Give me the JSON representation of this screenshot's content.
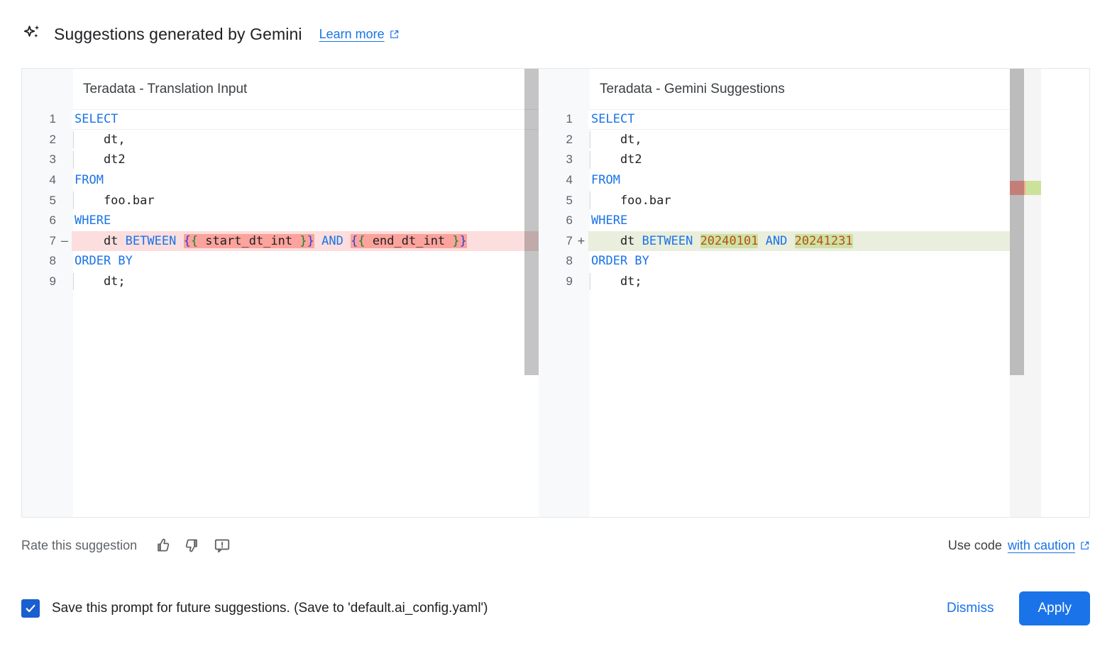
{
  "header": {
    "icon": "sparkle-icon",
    "title": "Suggestions generated by Gemini",
    "learn_more_label": "Learn more",
    "learn_more_icon": "external-link-icon"
  },
  "diff": {
    "left_panel": {
      "title": "Teradata - Translation Input",
      "lines": [
        {
          "n": "1",
          "marker": "",
          "state": "current",
          "indent": false,
          "tokens": [
            {
              "t": "SELECT",
              "c": "kw"
            }
          ]
        },
        {
          "n": "2",
          "marker": "",
          "state": "",
          "indent": true,
          "tokens": [
            {
              "t": "    dt,",
              "c": "id"
            }
          ]
        },
        {
          "n": "3",
          "marker": "",
          "state": "",
          "indent": true,
          "tokens": [
            {
              "t": "    dt2",
              "c": "id"
            }
          ]
        },
        {
          "n": "4",
          "marker": "",
          "state": "",
          "indent": false,
          "tokens": [
            {
              "t": "FROM",
              "c": "kw"
            }
          ]
        },
        {
          "n": "5",
          "marker": "",
          "state": "",
          "indent": true,
          "tokens": [
            {
              "t": "    foo.bar",
              "c": "id"
            }
          ]
        },
        {
          "n": "6",
          "marker": "",
          "state": "",
          "indent": false,
          "tokens": [
            {
              "t": "WHERE",
              "c": "kw"
            }
          ]
        },
        {
          "n": "7",
          "marker": "–",
          "state": "del",
          "indent": false,
          "tokens": [
            {
              "t": "    dt ",
              "c": "id"
            },
            {
              "t": "BETWEEN",
              "c": "kw"
            },
            {
              "t": " ",
              "c": "id"
            },
            {
              "t": "{{ start_dt_int }}",
              "c": "tmpl-del"
            },
            {
              "t": " ",
              "c": "id"
            },
            {
              "t": "AND",
              "c": "kw"
            },
            {
              "t": " ",
              "c": "id"
            },
            {
              "t": "{{ end_dt_int }}",
              "c": "tmpl-del"
            }
          ]
        },
        {
          "n": "8",
          "marker": "",
          "state": "",
          "indent": false,
          "tokens": [
            {
              "t": "ORDER BY",
              "c": "kw"
            }
          ]
        },
        {
          "n": "9",
          "marker": "",
          "state": "",
          "indent": true,
          "tokens": [
            {
              "t": "    dt;",
              "c": "id"
            }
          ]
        }
      ]
    },
    "right_panel": {
      "title": "Teradata - Gemini Suggestions",
      "lines": [
        {
          "n": "1",
          "marker": "",
          "state": "current",
          "indent": false,
          "tokens": [
            {
              "t": "SELECT",
              "c": "kw"
            }
          ]
        },
        {
          "n": "2",
          "marker": "",
          "state": "",
          "indent": true,
          "tokens": [
            {
              "t": "    dt,",
              "c": "id"
            }
          ]
        },
        {
          "n": "3",
          "marker": "",
          "state": "",
          "indent": true,
          "tokens": [
            {
              "t": "    dt2",
              "c": "id"
            }
          ]
        },
        {
          "n": "4",
          "marker": "",
          "state": "",
          "indent": false,
          "tokens": [
            {
              "t": "FROM",
              "c": "kw"
            }
          ]
        },
        {
          "n": "5",
          "marker": "",
          "state": "",
          "indent": true,
          "tokens": [
            {
              "t": "    foo.bar",
              "c": "id"
            }
          ]
        },
        {
          "n": "6",
          "marker": "",
          "state": "",
          "indent": false,
          "tokens": [
            {
              "t": "WHERE",
              "c": "kw"
            }
          ]
        },
        {
          "n": "7",
          "marker": "+",
          "state": "add",
          "indent": false,
          "tokens": [
            {
              "t": "    dt ",
              "c": "id"
            },
            {
              "t": "BETWEEN",
              "c": "kw"
            },
            {
              "t": " ",
              "c": "id"
            },
            {
              "t": "20240101",
              "c": "num-add"
            },
            {
              "t": " ",
              "c": "id"
            },
            {
              "t": "AND",
              "c": "kw"
            },
            {
              "t": " ",
              "c": "id"
            },
            {
              "t": "20241231",
              "c": "num-add"
            }
          ]
        },
        {
          "n": "8",
          "marker": "",
          "state": "",
          "indent": false,
          "tokens": [
            {
              "t": "ORDER BY",
              "c": "kw"
            }
          ]
        },
        {
          "n": "9",
          "marker": "",
          "state": "",
          "indent": true,
          "tokens": [
            {
              "t": "    dt;",
              "c": "id"
            }
          ]
        }
      ]
    },
    "minimap": {
      "removed_color": "#ffa49d",
      "added_color": "#cbe29a"
    }
  },
  "rate_bar": {
    "label": "Rate this suggestion",
    "thumbs_up_icon": "thumbs-up-icon",
    "thumbs_down_icon": "thumbs-down-icon",
    "report_icon": "report-issue-icon",
    "use_code_prefix": "Use code",
    "caution_link_label": "with caution",
    "caution_link_icon": "external-link-icon"
  },
  "footer": {
    "save_checkbox_checked": true,
    "save_label": "Save this prompt for future suggestions. (Save to 'default.ai_config.yaml')",
    "dismiss_label": "Dismiss",
    "apply_label": "Apply"
  },
  "colors": {
    "accent": "#1a73e8",
    "keyword": "#1a73e8",
    "number": "#b45309",
    "diff_removed_line": "#fbdedd",
    "diff_removed_token": "#fba39c",
    "diff_added_line": "#eaeedd",
    "diff_added_token": "#cfe0a8"
  }
}
